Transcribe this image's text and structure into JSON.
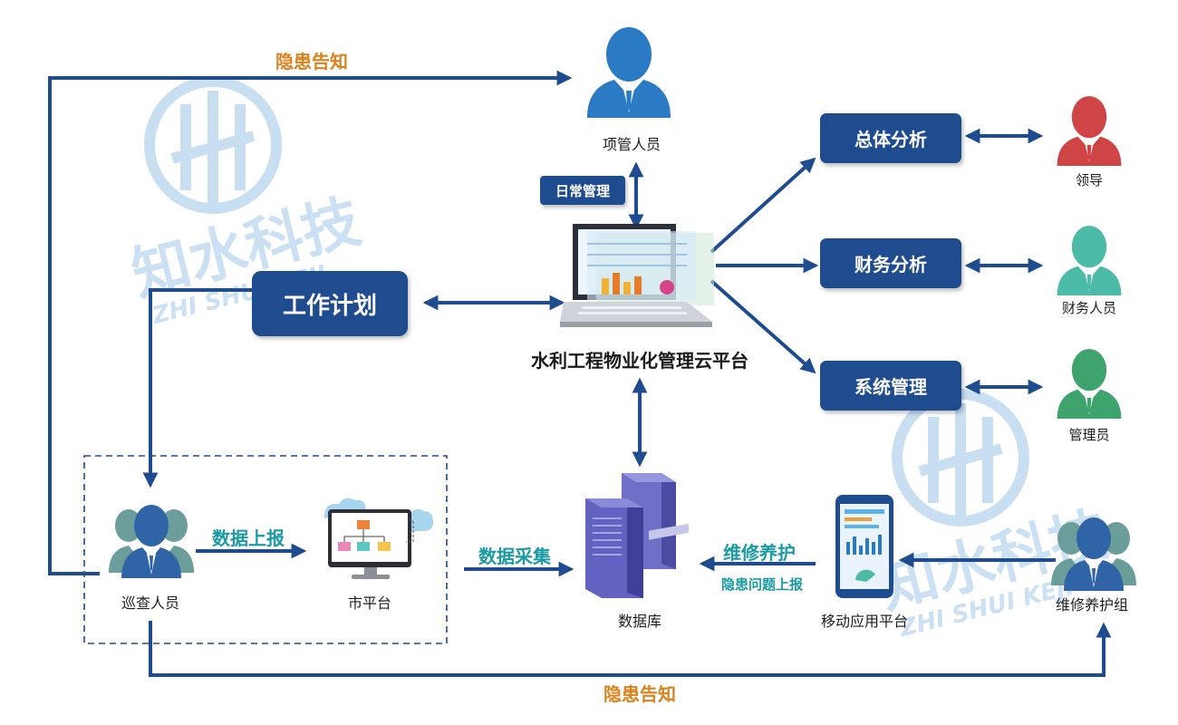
{
  "colors": {
    "line": "#1f4b8f",
    "box": "#1f4b8f",
    "orange": "#d9821e",
    "teal": "#1a9aa3",
    "person_blue": "#2b7bc4",
    "person_red": "#cf4545",
    "person_teal": "#4bbba7",
    "person_green": "#3fa36d",
    "watermark": "#bfd9ef"
  },
  "watermark": {
    "main": "知水科技",
    "sub": "ZHI SHUI KEJI"
  },
  "nodes": {
    "project_manager": "项管人员",
    "leader": "领导",
    "finance_staff": "财务人员",
    "admin": "管理员",
    "inspector": "巡查人员",
    "city_platform": "市平台",
    "database": "数据库",
    "mobile_platform": "移动应用平台",
    "maintenance_team": "维修养护组",
    "cloud_platform": "水利工程物业化管理云平台"
  },
  "boxes": {
    "daily_mgmt": "日常管理",
    "overall_analysis": "总体分析",
    "finance_analysis": "财务分析",
    "system_mgmt": "系统管理",
    "work_plan": "工作计划"
  },
  "edge_labels": {
    "hazard_notice_top": "隐患告知",
    "hazard_notice_bottom": "隐患告知",
    "data_report": "数据上报",
    "data_collect": "数据采集",
    "repair_maintenance": "维修养护",
    "hazard_report": "隐患问题上报"
  }
}
